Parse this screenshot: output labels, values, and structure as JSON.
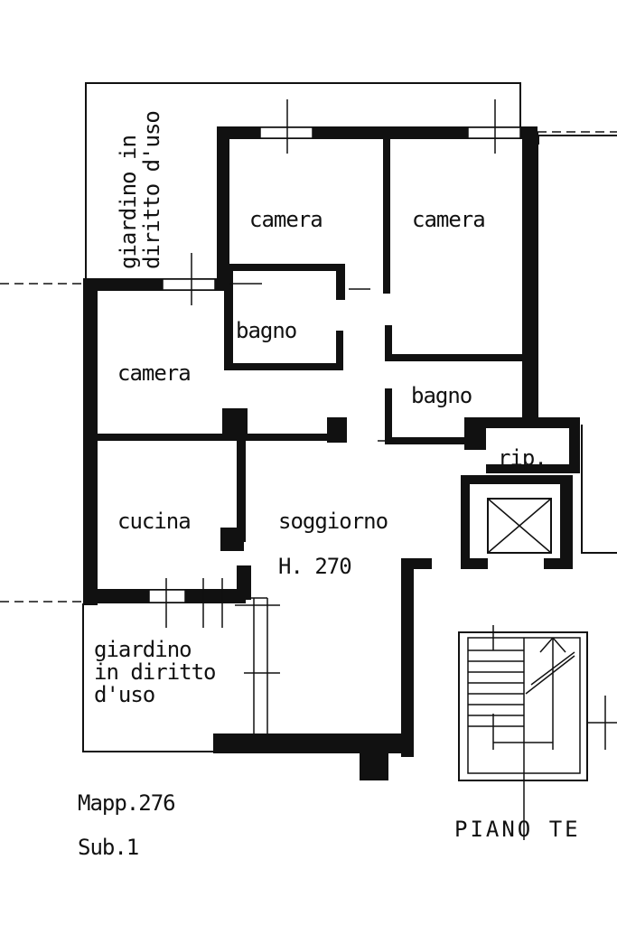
{
  "rooms": {
    "camera_top_left": "camera",
    "camera_top_right": "camera",
    "camera_left": "camera",
    "bagno_center": "bagno",
    "bagno_right": "bagno",
    "rip": "rip.",
    "cucina": "cucina",
    "soggiorno": "soggiorno",
    "height": "H. 270"
  },
  "garden_top": {
    "line1": "giardino in",
    "line2": "diritto d'uso"
  },
  "garden_bottom": {
    "line1": "giardino",
    "line2": "in diritto",
    "line3": "d'uso"
  },
  "cadastral": {
    "mapp": "Mapp.276",
    "sub": "Sub.1"
  },
  "floor_title": "PIANO  TE"
}
